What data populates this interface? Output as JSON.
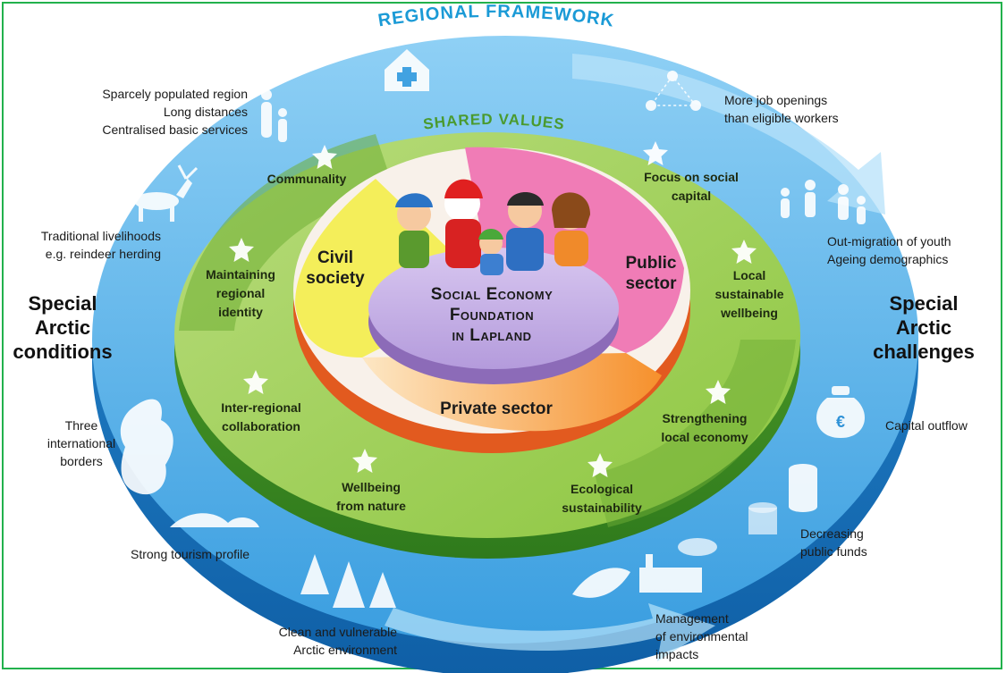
{
  "regional_framework": "REGIONAL FRAMEWORK",
  "shared_values": "SHARED VALUES",
  "center": {
    "line1": "Social Economy",
    "line2": "Foundation",
    "line3": "in Lapland"
  },
  "sectors": {
    "civil": "Civil society",
    "public": "Public sector",
    "private": "Private sector"
  },
  "values": {
    "communality": "Communality",
    "focus_social": "Focus on social capital",
    "identity": "Maintaining regional identity",
    "local_wellbeing": "Local sustainable wellbeing",
    "inter_regional": "Inter-regional collaboration",
    "strengthening": "Strengthening local economy",
    "nature": "Wellbeing from nature",
    "ecological": "Ecological sustainability"
  },
  "left_heading": "Special Arctic conditions",
  "right_heading": "Special Arctic challenges",
  "conditions": {
    "c1": "Sparcely populated region\nLong distances\nCentralised basic services",
    "c2": "Traditional livelihoods\ne.g. reindeer herding",
    "c3": "Three\ninternational\nborders",
    "c4": "Strong tourism profile",
    "c5": "Clean and vulnerable\nArctic environment"
  },
  "challenges": {
    "h1": "More job openings\nthan eligible workers",
    "h2": "Out-migration of youth\nAgeing demographics",
    "h3": "Capital outflow",
    "h4": "Decreasing\npublic funds",
    "h5": "Management\nof environmental\nimpacts"
  },
  "icons": [
    "health-house-icon",
    "family-icon",
    "reindeer-icon",
    "lapland-map-icon",
    "fells-icon",
    "trees-icon",
    "network-people-icon",
    "migration-icon",
    "euro-bag-icon",
    "coin-stack-icon",
    "factory-leaf-icon",
    "star-icon",
    "people-group-icon"
  ],
  "colors": {
    "outer_ring": "#5fb4e8",
    "outer_ring_dark": "#1f87cf",
    "green_ring": "#8cc63f",
    "green_ring_dark": "#4e9a2a",
    "civil": "#f4ee5a",
    "public": "#f07cb6",
    "private": "#f7a24a",
    "center_disc": "#c9b3e6",
    "title_blue": "#1a9ad6",
    "title_green": "#4a9a2e"
  }
}
